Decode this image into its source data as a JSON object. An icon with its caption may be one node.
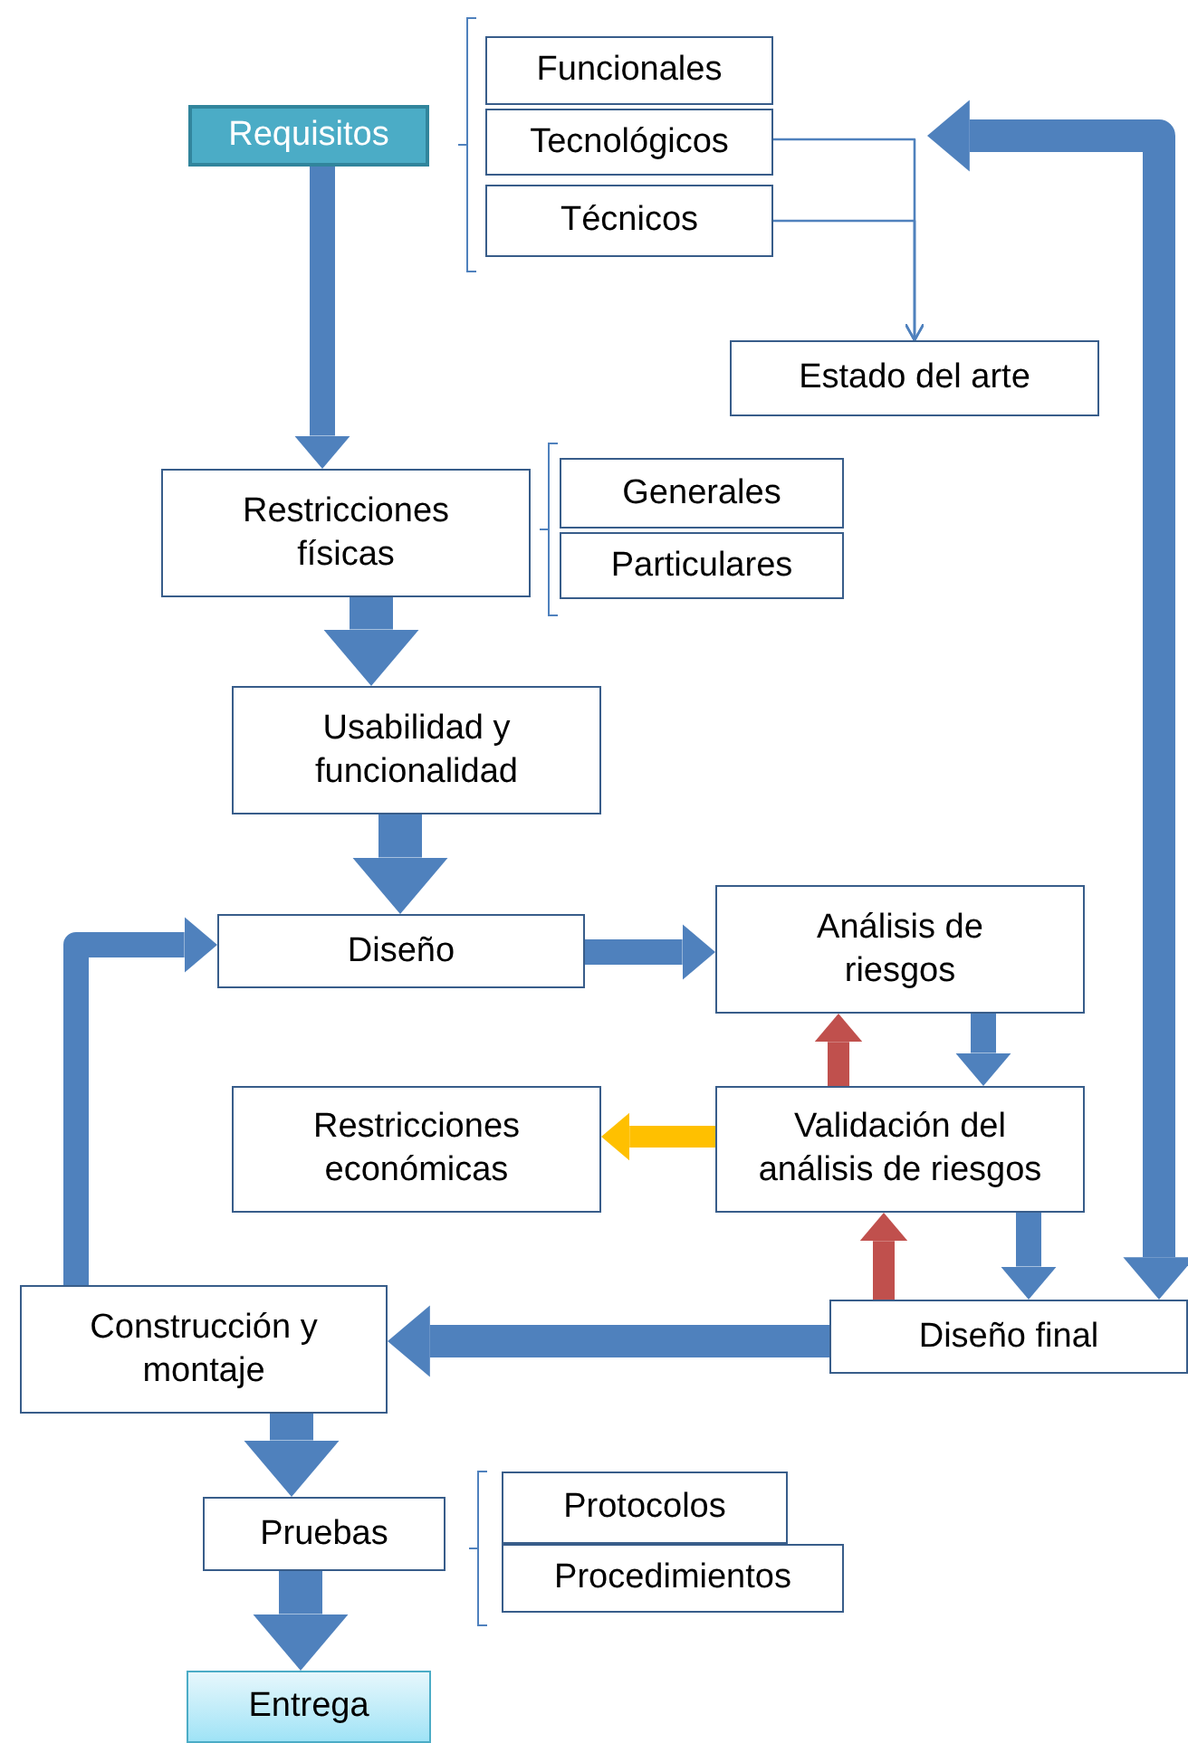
{
  "diagram": {
    "nodes": [
      {
        "text": [
          "Requisitos"
        ]
      },
      {
        "text": [
          "Funcionales"
        ]
      },
      {
        "text": [
          "Tecnológicos"
        ]
      },
      {
        "text": [
          "Técnicos"
        ]
      },
      {
        "text": [
          "Estado del arte"
        ]
      },
      {
        "text": [
          "Restricciones físicas"
        ]
      },
      {
        "text": [
          "Generales"
        ]
      },
      {
        "text": [
          "Particulares"
        ]
      },
      {
        "text": [
          "Usabilidad y funcionalidad"
        ]
      },
      {
        "text": [
          "Diseño"
        ]
      },
      {
        "text": [
          "Análisis de riesgos"
        ]
      },
      {
        "text": [
          "Restricciones económicas"
        ]
      },
      {
        "text": [
          "Validación del análisis de riesgos"
        ]
      },
      {
        "text": [
          "Diseño final"
        ]
      },
      {
        "text": [
          "Construcción y montaje"
        ]
      },
      {
        "text": [
          "Pruebas"
        ]
      },
      {
        "text": [
          "Protocolos"
        ]
      },
      {
        "text": [
          "Procedimientos"
        ]
      },
      {
        "text": [
          "Entrega"
        ]
      }
    ],
    "edges": [
      {
        "from": 0,
        "to": 5,
        "arrow": "to"
      },
      {
        "from": 2,
        "to": 4,
        "arrow": "to"
      },
      {
        "from": 3,
        "to": 4,
        "arrow": "to"
      },
      {
        "from": 13,
        "to": 2,
        "arrow": "both"
      },
      {
        "from": 5,
        "to": 8,
        "arrow": "to"
      },
      {
        "from": 8,
        "to": 9,
        "arrow": "to"
      },
      {
        "from": 9,
        "to": 10,
        "arrow": "to"
      },
      {
        "from": 10,
        "to": 12,
        "arrow": "to"
      },
      {
        "from": 12,
        "to": 10,
        "arrow": "to",
        "color": "#c0504d"
      },
      {
        "from": 12,
        "to": 11,
        "arrow": "to",
        "color": "#ffc000"
      },
      {
        "from": 12,
        "to": 13,
        "arrow": "to"
      },
      {
        "from": 13,
        "to": 12,
        "arrow": "to",
        "color": "#c0504d"
      },
      {
        "from": 13,
        "to": 14,
        "arrow": "to"
      },
      {
        "from": 14,
        "to": 9,
        "arrow": "to"
      },
      {
        "from": 14,
        "to": 15,
        "arrow": "to"
      },
      {
        "from": 15,
        "to": 18,
        "arrow": "to"
      }
    ]
  }
}
